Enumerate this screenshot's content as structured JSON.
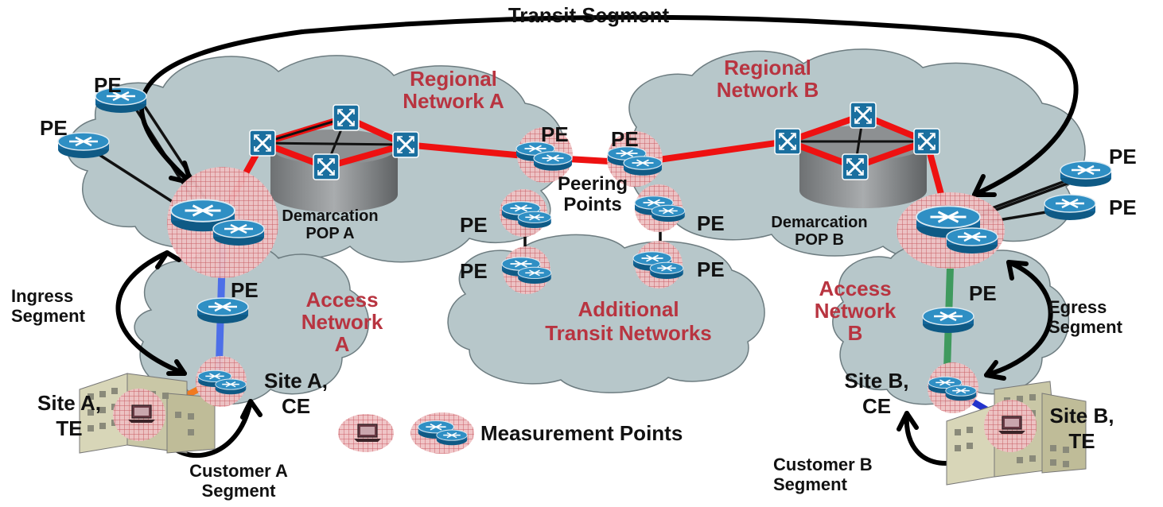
{
  "segments": {
    "transit": "Transit Segment",
    "ingress": [
      "Ingress",
      "Segment"
    ],
    "egress": [
      "Egress",
      "Segment"
    ],
    "customer_a": [
      "Customer A",
      "Segment"
    ],
    "customer_b": [
      "Customer B",
      "Segment"
    ]
  },
  "networks": {
    "regional_a": [
      "Regional",
      "Network A"
    ],
    "regional_b": [
      "Regional",
      "Network B"
    ],
    "access_a": [
      "Access",
      "Network",
      "A"
    ],
    "access_b": [
      "Access",
      "Network",
      "B"
    ],
    "additional": [
      "Additional",
      "Transit Networks"
    ]
  },
  "demarcation": {
    "pop_a": [
      "Demarcation",
      "POP A"
    ],
    "pop_b": [
      "Demarcation",
      "POP B"
    ]
  },
  "peering": [
    "Peering",
    "Points"
  ],
  "device_label": "PE",
  "sites": {
    "site_a_te": [
      "Site A,",
      "TE"
    ],
    "site_a_ce": [
      "Site A,",
      "CE"
    ],
    "site_b_ce": [
      "Site B,",
      "CE"
    ],
    "site_b_te": [
      "Site B,",
      "TE"
    ]
  },
  "legend": {
    "label": "Measurement Points"
  },
  "colors": {
    "cloud": "#b7c7ca",
    "network_label": "#b83440",
    "core_link": "#ee1111",
    "access_a_link": "#4d6fe8",
    "access_b_link": "#3f9a5e",
    "site_a_link": "#f07a20",
    "site_b_link": "#2233cc",
    "router": "#1e78a8",
    "measurement_halo": "#e7a9ad"
  },
  "icons": {
    "router": "router-icon",
    "switch": "switch-icon",
    "laptop": "laptop-icon",
    "building": "building-icon",
    "measurement": "measurement-point-icon"
  }
}
